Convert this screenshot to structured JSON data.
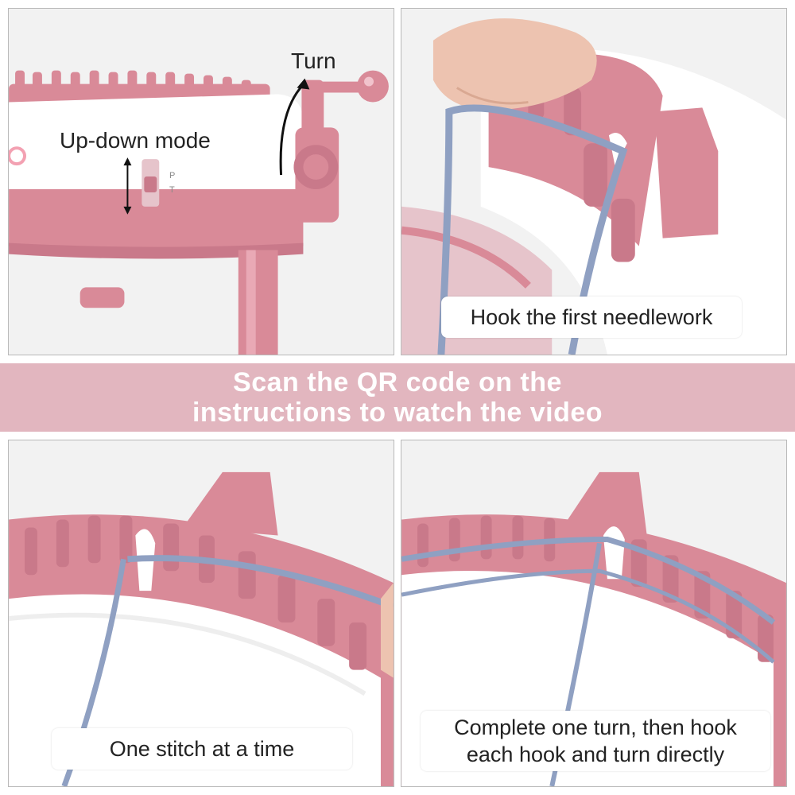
{
  "panels": {
    "top_left": {
      "turn_label": "Turn",
      "mode_label": "Up-down mode",
      "switch_letters": [
        "T",
        "P"
      ]
    },
    "top_right": {
      "caption": "Hook the first needlework"
    },
    "bottom_left": {
      "caption": "One stitch at a time"
    },
    "bottom_right": {
      "caption_line1": "Complete one turn, then hook",
      "caption_line2": "each hook and turn directly"
    }
  },
  "banner": {
    "line1": "Scan the QR code on the",
    "line2": "instructions to watch the video"
  },
  "colors": {
    "accent_pink": "#d98a98",
    "banner_pink": "#e2b6bf",
    "yarn_blue": "#8fa0c2",
    "body_white": "#ffffff"
  }
}
